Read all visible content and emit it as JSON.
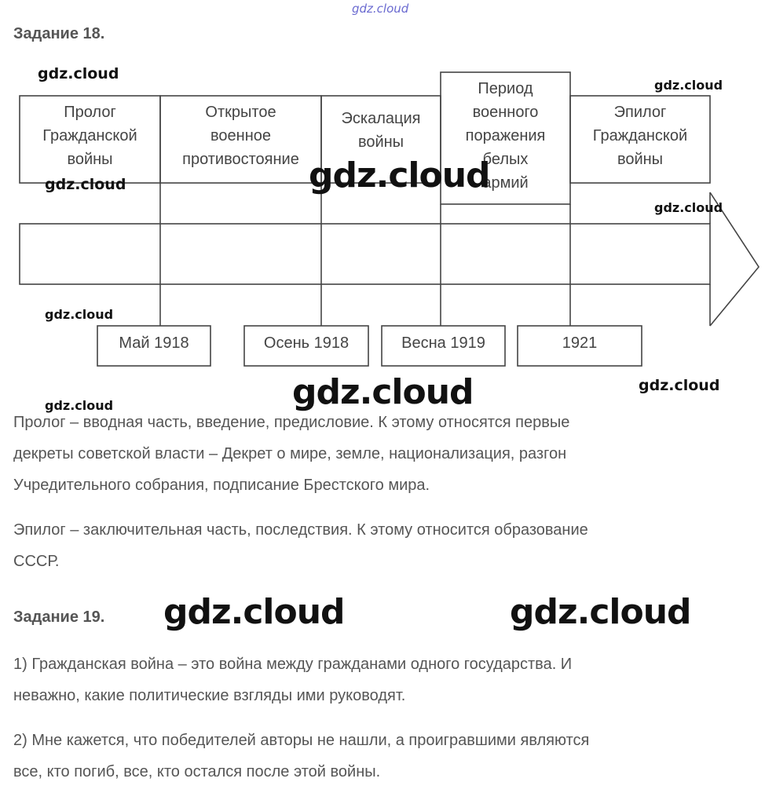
{
  "watermark": "gdz.cloud",
  "task18": {
    "title": "Задание 18.",
    "periods": [
      [
        "Пролог",
        "Гражданской",
        "войны"
      ],
      [
        "Открытое",
        "военное",
        "противостояние"
      ],
      [
        "Эскалация",
        "войны"
      ],
      [
        "Период",
        "военного",
        "поражения",
        "белых",
        "армий"
      ],
      [
        "Эпилог",
        "Гражданской",
        "войны"
      ]
    ],
    "dates": [
      "Май 1918",
      "Осень 1918",
      "Весна 1919",
      "1921"
    ],
    "para1_line1": "Пролог – вводная часть, введение, предисловие. К этому относятся первые",
    "para1_line2": "декреты советской власти – Декрет о мире, земле, национализация, разгон",
    "para1_line3": "Учредительного собрания, подписание Брестского мира.",
    "para2_line1": "Эпилог – заключительная часть, последствия. К этому относится образование",
    "para2_line2": "СССР."
  },
  "task19": {
    "title": "Задание 19.",
    "ans1_line1": "1) Гражданская война – это война между гражданами одного государства. И",
    "ans1_line2": "неважно, какие политические взгляды ими руководят.",
    "ans2_line1": "2) Мне кажется, что победителей авторы не нашли, а проигравшими являются",
    "ans2_line2": "все, кто погиб, все, кто остался после этой войны."
  }
}
